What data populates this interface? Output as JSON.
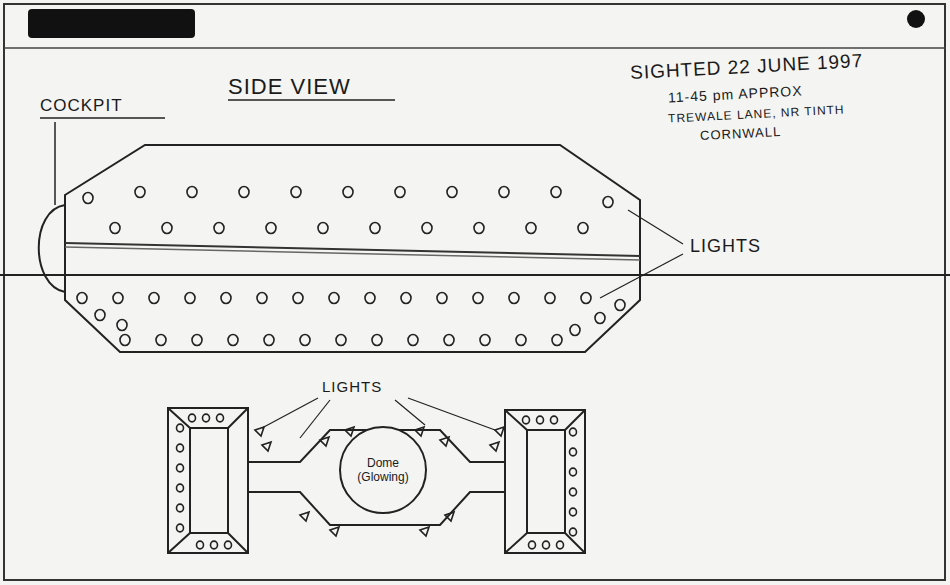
{
  "diagram": {
    "title": "SIDE VIEW",
    "nodes": [
      {
        "text": [
          "Dome (Glowing)"
        ]
      }
    ],
    "labels": [
      "COCKPIT",
      "LIGHTS",
      "LIGHTS",
      "SIGHTED 22 JUNE 1997",
      "11-45 pm APPROX",
      "TREWALE LANE, NR TINTH",
      "CORNWALL"
    ]
  }
}
